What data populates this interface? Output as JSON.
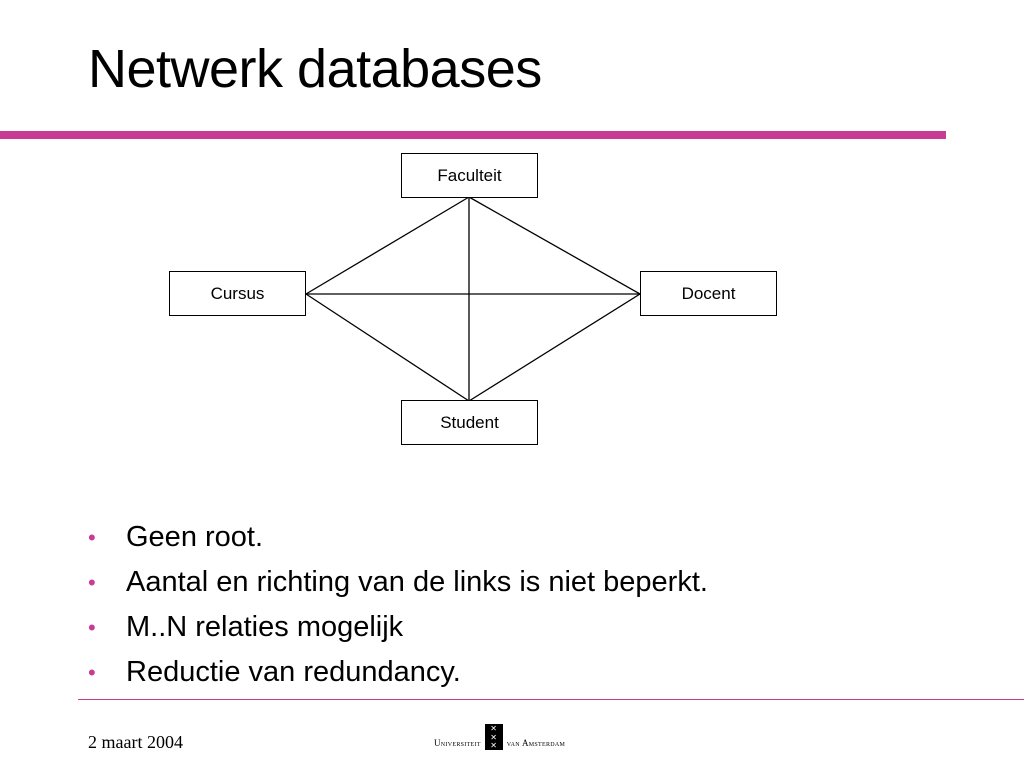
{
  "slide": {
    "title": "Netwerk databases",
    "accent_color": "#c83c96",
    "diagram": {
      "nodes": {
        "top": "Faculteit",
        "left": "Cursus",
        "right": "Docent",
        "bottom": "Student"
      }
    },
    "bullets": [
      "Geen root.",
      "Aantal en richting van de links is niet beperkt.",
      "M..N relaties mogelijk",
      "Reductie van redundancy."
    ],
    "bullet_symbol": "•"
  },
  "footer": {
    "date": "2 maart 2004",
    "logo_left": "Universiteit",
    "logo_right": "van Amsterdam",
    "logo_emblem": [
      "✕",
      "✕",
      "✕"
    ]
  }
}
